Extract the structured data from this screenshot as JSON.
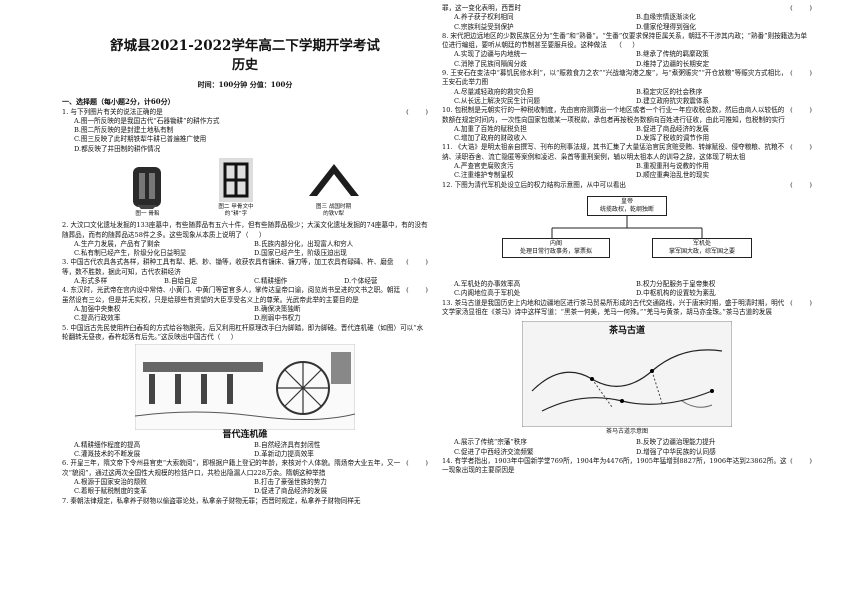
{
  "header": {
    "title": "舒城县2021-2022学年高二下学期开学考试",
    "subject": "历史",
    "meta": "时间：100分钟    分值：100分"
  },
  "section1": "一、选择题（每小题2分，计60分）",
  "figures": {
    "fig1_caption": "图一 骨耜",
    "fig2_caption": "图二 甲骨文中\n的“耕”字",
    "fig3_caption": "图三 战国时期\n的铁V犁",
    "jin_caption": "晋代连机碓",
    "diagram": {
      "top": "皇帝\n统揽政权，乾纲独断",
      "left": "内阁\n处理日常行政事务，掌票拟",
      "right": "军机处\n掌军国大政，综军国之要"
    },
    "map_title": "茶马古道",
    "map_caption": "茶马古道示意图"
  },
  "left_questions": [
    {
      "stem": "1. 与下列图片有关的说法正确的是",
      "paren": "(        )",
      "opts": [
        "A.图一所反映的是我国古代“石器锄耕”的耕作方式",
        "B.图二所反映的是封建土地私有制",
        "C.图三反映了此时期铁犁牛耕已普遍推广使用",
        "D.都反映了井田制的耕作情况"
      ],
      "layout": "single"
    },
    {
      "stem": "2. 大汶口文化遗址发掘的133座墓中，有些随葬品有五六十件，但有些随葬品极少；大溪文化遗址发掘的74座墓中，有的没有随葬品，而有的随葬品达58件之多。这些现象从本质上说明了（     ）",
      "paren": "",
      "opts": [
        "A.生产力发展，产品有了剩余",
        "B.氏族内部分化，出现富人和穷人",
        "C.私有制已经产生，阶级分化日益明显",
        "D.国家已经产生，阶级压迫出现"
      ],
      "layout": "double"
    },
    {
      "stem": "3. 中国古代农具各式各样，耕种工具有犁、耙、耖、锄等，收获农具有镰床、镰刀等，加工农具有碌碡、杵、磨盘等，数不胜数，据此可知，古代农耕经济",
      "paren": "(        )",
      "opts": [
        "A.形式多样",
        "B.自给自足",
        "C.精耕细作",
        "D.个体经营"
      ],
      "layout": "four"
    },
    {
      "stem": "4. 东汉时，光武帝在宫内设中常侍、小黄门、中黄门等宦官多人，掌传达皇帝口谕，阅览尚书呈进的文书之职。朝廷虽然设有三公，但是并无实权，只是给那些有资望的大臣享受名义上的尊荣。光武帝此举的主要目的是",
      "paren": "(        )",
      "opts": [
        "A.加强中央集权",
        "B.确保决策独断",
        "C.提高行政效率",
        "D.削弱中书权力"
      ],
      "layout": "double"
    },
    {
      "stem": "5. 中国远古先民使用杵臼舂捣的方式给谷物脱壳，后又利用杠杆原理改手臼为脚踏，即为脚碓。晋代连机碓（如图）可以“水轮翻转无昼夜，舂杵起落有后先。”这反映出中国古代（     ）",
      "paren": "",
      "opts": [
        "A.精耕细作程度的提高",
        "B.自然经济具有封闭性",
        "C.灌溉技术的不断发展",
        "D.革新动力提高效率"
      ],
      "layout": "double"
    },
    {
      "stem": "6. 开皇三年，隋文帝下令州县官吏“大索貌阅”，即根据户籍上登记的年龄，来核对个人体貌。隋炀帝大业五年，又一次“貌阅”，通过这两次全国性大规模的检括户口，共检出隐漏人口228万余。隋朝这种举措",
      "paren": "(        )",
      "opts": [
        "A.根源于国家安治的颓败",
        "B.打击了豪强世族的势力",
        "C.着眼于赋税制度的变革",
        "D.促进了商品经济的发展"
      ],
      "layout": "double"
    },
    {
      "stem": "7. 秦朝法律规定，私拿养子财物以偷盗罪论处，私拿亲子财物无罪；西晋时规定，私拿养子财物同样无",
      "paren": "",
      "opts": [],
      "layout": "double"
    }
  ],
  "right_questions": [
    {
      "stem": "罪，这一变化表明，西晋时",
      "paren": "(        )",
      "opts": [
        "A.养子获子权利相同",
        "B.血缘宗情逐渐淡化",
        "C.宗族利益受到保护",
        "D.儒家伦理得到强化"
      ],
      "layout": "double"
    },
    {
      "stem": "8. 宋代把边远地区的少数民族区分为“生番”和“熟番”。“生番”仅要求保持臣属关系，朝廷不干涉其内政；“熟番”则按籍选为单位进行编组，要听从朝廷的节制甚至要服兵役。这种做法    （     ）",
      "paren": "",
      "opts": [
        "A.实现了边疆与内地统一",
        "B.继承了传统的羁縻政策",
        "C.消除了民族间隔阂分歧",
        "D.维持了边疆的长期安定"
      ],
      "layout": "double"
    },
    {
      "stem": "9. 王安石在变法中“募饥民修水利”，以“赈救食力之农”“兴战塘沟港之废”，与“煮粥赈灾”“开仓放粮”等赈灾方式相比，王安石此举力图",
      "paren": "(        )",
      "opts": [
        "A.尽量减轻政府的救灾负担",
        "B.稳定灾区的社会秩序",
        "C.从长远上解决灾民生计问题",
        "D.建立政府抗灾救震体系"
      ],
      "layout": "double"
    },
    {
      "stem": "10. 包税制是元朝实行的一种税收制度，先由官府测算出一个地区或者一个行业一年应收税总数，然后由商人以较低的数额在规定时间内，一次性向国家包缴某一项税款，承包者再按税务数额向百姓进行征收，由此可推知，包税制的实行",
      "paren": "(        )",
      "opts": [
        "A.加重了百姓的赋税负担",
        "B.促进了商品经济的发展",
        "C.增加了政府的财政收入",
        "D.发挥了税收的调节作用"
      ],
      "layout": "double"
    },
    {
      "stem": "11. 《大诰》是明太祖亲自撰写、刊布的刑事法规，其书汇集了大量惩治官民贪赃受贿、转嫁赋役、侵夺粮粮、抗粮不纳、渎职吞舍、流亡隐匿等案例和凌迟、枭首等重刑案例，辅以明太祖本人的训导之辞，这体现了明太祖",
      "paren": "(        )",
      "opts": [
        "A.严查官吏腐败贪污",
        "B.重视重刑与说教的作用",
        "C.注重维护专制皇权",
        "D.顺应重典治乱世的现实"
      ],
      "layout": "double"
    },
    {
      "stem": "12. 下图为清代军机处设立后的权力结构示意图，从中可以看出",
      "paren": "(        )",
      "opts": [],
      "layout": "double"
    },
    {
      "stem": "",
      "paren": "",
      "opts": [
        "A.军机处的办事效率高",
        "B.权力分配服务于皇帝集权",
        "C.内阁地位高于军机处",
        "D.中枢机构的设置较为紊乱"
      ],
      "layout": "double"
    },
    {
      "stem": "13. 茶马古道是我国历史上内地和边疆地区进行茶马贸易所形成的古代交通路线，兴于唐宋时期，盛于明清时期，明代文学家汤显祖在《茶马》诗中这样写道：“黑茶一何美，羌马一何殊。”“羌马与黄茶，胡马亦金珠。”茶马古道的发展",
      "paren": "(        )",
      "opts": [],
      "layout": "double"
    },
    {
      "stem": "",
      "paren": "",
      "opts": [
        "A.展示了传统“宗藩”秩序",
        "B.反映了边疆治理能力提升",
        "C.促进了中西经济交流频繁",
        "D.增强了中华民族的认同感"
      ],
      "layout": "double"
    },
    {
      "stem": "14. 有学者指出，1903年中国新学堂769所，1904年为4476所，1905年猛增到8827所，1906年达到23862所。这一现象出现的主要原因是",
      "paren": "(        )",
      "opts": [],
      "layout": "double"
    }
  ]
}
